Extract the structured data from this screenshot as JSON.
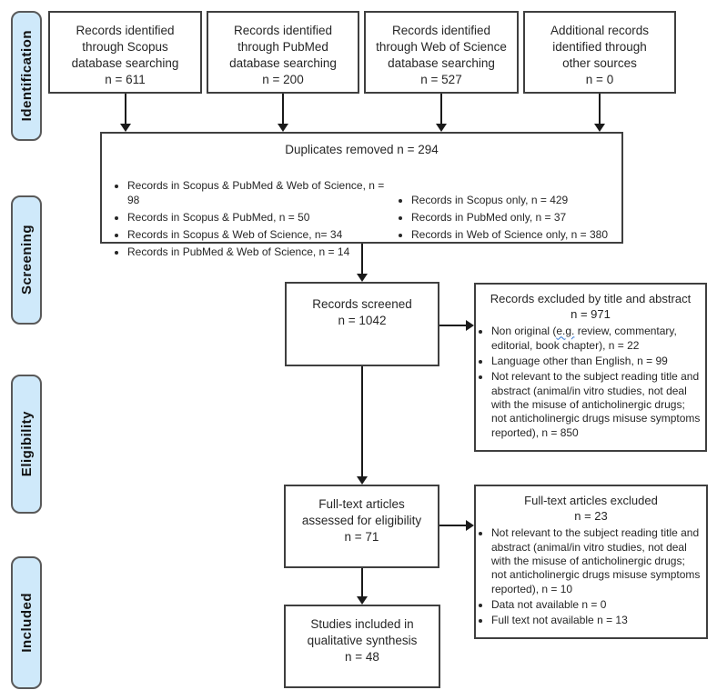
{
  "stages": [
    {
      "label": "Identification"
    },
    {
      "label": "Screening"
    },
    {
      "label": "Eligibility"
    },
    {
      "label": "Included"
    }
  ],
  "top_boxes": [
    {
      "text": "Records identified\nthrough Scopus\ndatabase searching\nn = 611"
    },
    {
      "text": "Records identified\nthrough PubMed\ndatabase searching\nn = 200"
    },
    {
      "text": "Records identified\nthrough Web of Science\ndatabase searching\nn = 527"
    },
    {
      "text": "Additional records\nidentified through\nother sources\nn = 0"
    }
  ],
  "duplicates": {
    "title": "Duplicates removed n = 294",
    "left_bullets": [
      "Records in Scopus & PubMed & Web of Science, n = 98",
      "Records in Scopus & PubMed, n = 50",
      "Records in Scopus & Web of Science, n= 34",
      "Records in PubMed & Web of Science, n = 14"
    ],
    "right_bullets": [
      "Records in Scopus only, n = 429",
      "Records in PubMed only, n = 37",
      "Records in Web of Science only, n = 380"
    ]
  },
  "screened": {
    "text": "Records screened\nn = 1042"
  },
  "excluded_title_abstract": {
    "title": "Records excluded by title and abstract",
    "count": "n = 971",
    "bullet1_pre": "Non original (",
    "bullet1_eg": "e.g.",
    "bullet1_post": " review, commentary, editorial, book chapter), n = 22",
    "bullet2": "Language other than English, n = 99",
    "bullet3": "Not relevant to the subject reading title and abstract (animal/in vitro studies, not deal with the misuse of anticholinergic drugs; not anticholinergic drugs misuse symptoms reported), n = 850"
  },
  "fulltext": {
    "text": "Full-text articles\nassessed for eligibility\nn = 71"
  },
  "fulltext_excluded": {
    "title": "Full-text articles excluded",
    "count": "n = 23",
    "bullets": [
      "Not relevant to the subject reading title and abstract (animal/in vitro studies, not deal with the misuse of anticholinergic drugs; not anticholinergic drugs misuse symptoms reported), n = 10",
      "Data not available n = 0",
      "Full text not available n = 13"
    ]
  },
  "included": {
    "text": "Studies included in\nqualitative synthesis\nn = 48"
  },
  "colors": {
    "stage_fill": "#cfe9fa",
    "stage_border": "#595959",
    "box_border": "#3f3f3f",
    "arrow": "#1a1a1a",
    "spellcheck_underline": "#2e75d4"
  }
}
